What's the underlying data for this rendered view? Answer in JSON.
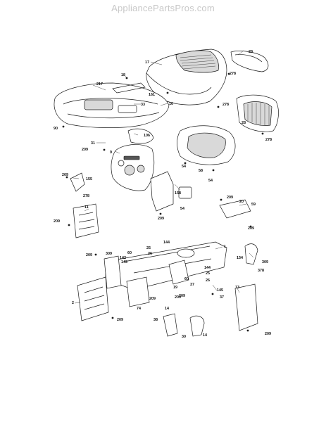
{
  "header": {
    "watermark": "AppliancePartsPros.com"
  },
  "callouts": {
    "c17": "17",
    "c29": "29",
    "c278a": "278",
    "c18": "18",
    "c217": "217",
    "c161": "161",
    "c33": "33",
    "c10": "10",
    "c278b": "278",
    "c28": "28",
    "c278c": "278",
    "c90": "90",
    "c106": "106",
    "c31": "31",
    "c209a": "209",
    "c9": "9",
    "c54a": "54",
    "c58": "58",
    "c54b": "54",
    "c209b": "209",
    "c155": "155",
    "c278d": "278",
    "c158": "158",
    "c54c": "54",
    "c209c": "209",
    "c11": "11",
    "c209d": "209",
    "c209e": "209",
    "c20": "20",
    "c59": "59",
    "c209f": "209",
    "c1": "1",
    "c144a": "144",
    "c25a": "25",
    "c309a": "309",
    "c142": "142",
    "c209g": "209",
    "c143": "143",
    "c60": "60",
    "c26a": "26",
    "c19": "19",
    "c209h": "209",
    "c154": "154",
    "c309b": "309",
    "c378": "378",
    "c2": "2",
    "c60b": "60",
    "c37a": "37",
    "c144b": "144",
    "c25b": "25",
    "c26b": "26",
    "c145": "145",
    "c37b": "37",
    "c13": "13",
    "c209i": "209",
    "c209j": "209",
    "c74": "74",
    "c14a": "14",
    "c38": "38",
    "c209k": "209",
    "c30": "30",
    "c14b": "14",
    "c209l": "209"
  }
}
